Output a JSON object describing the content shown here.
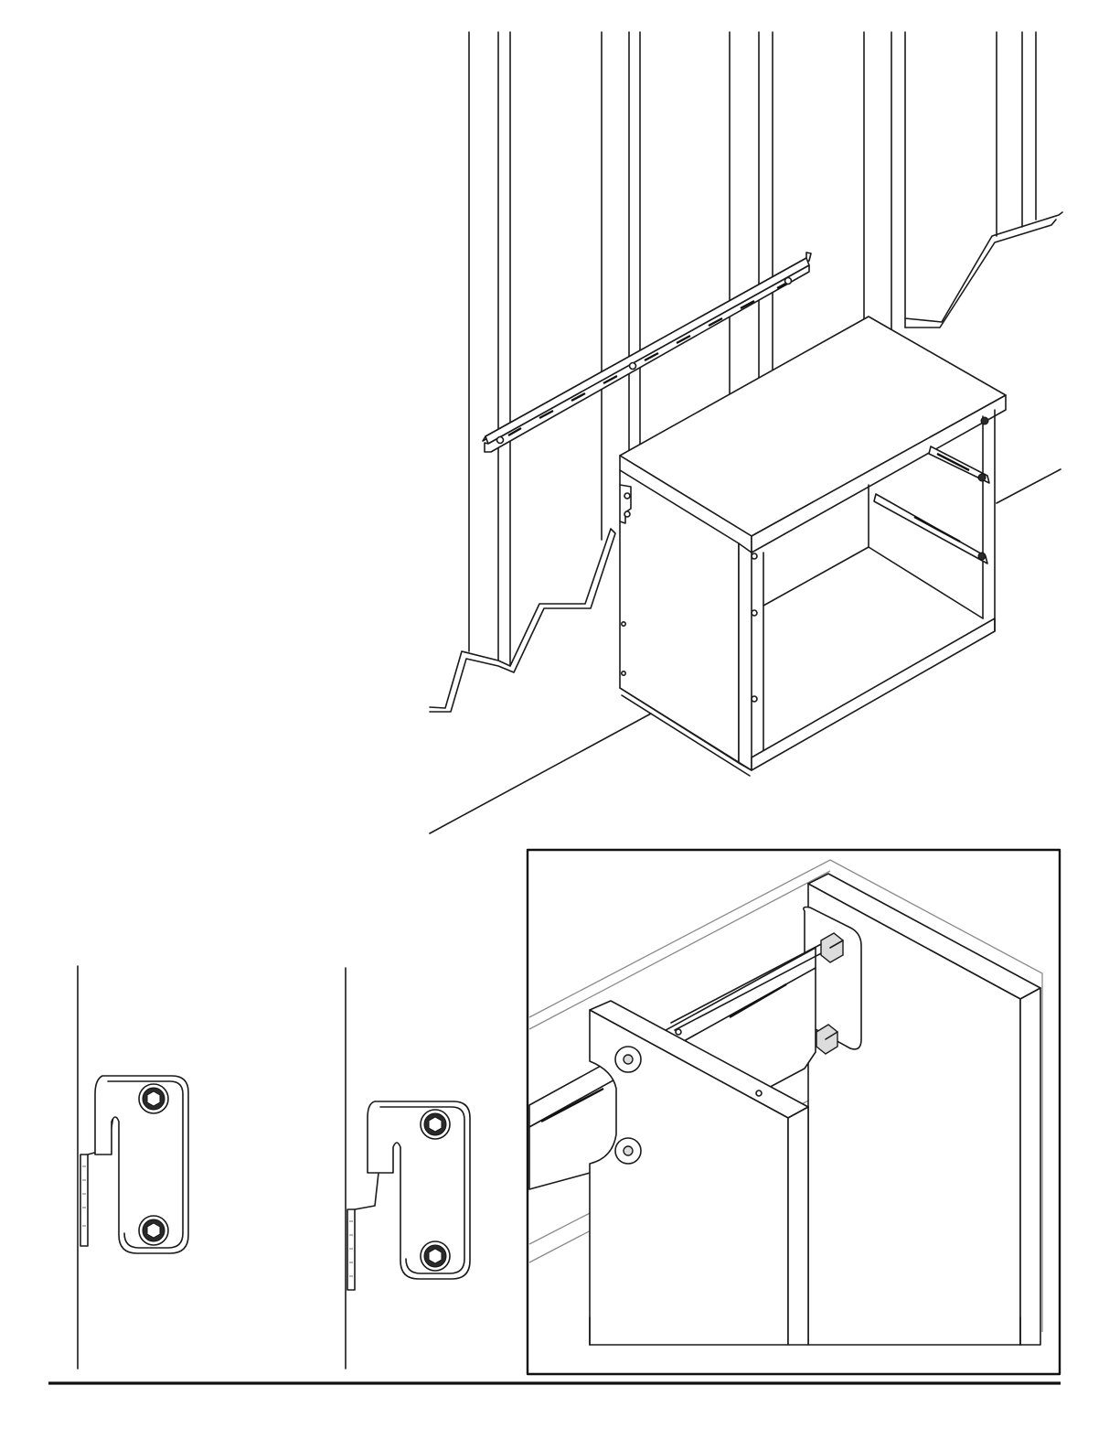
{
  "figure": {
    "views": [
      "wall-rail-and-cabinet",
      "hanger-bracket-before-hook",
      "hanger-bracket-hooked",
      "detail-inset-bracket-rail"
    ]
  },
  "colors": {
    "line": "#1a1a1a",
    "light_line": "#8a8a8a",
    "fill": "#ffffff",
    "shade": "#dcdcdc"
  },
  "icons": [
    "hex-bolt-icon",
    "rail-slot-icon"
  ]
}
